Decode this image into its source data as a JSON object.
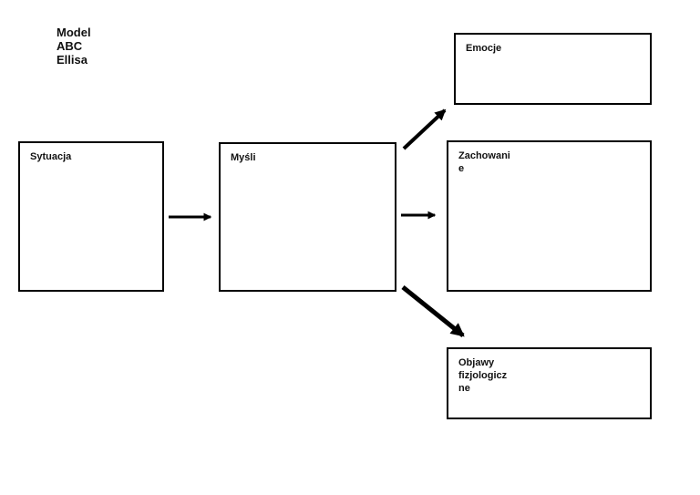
{
  "page": {
    "background": "#ffffff"
  },
  "title": {
    "text": "Model\nABC\nEllisa"
  },
  "diagram": {
    "nodes": [
      {
        "id": "sytuacja",
        "label": "Sytuacja"
      },
      {
        "id": "mysli",
        "label": "Myśli"
      },
      {
        "id": "emocje",
        "label": "Emocje"
      },
      {
        "id": "zachowanie",
        "label": "Zachowani\ne"
      },
      {
        "id": "objawy-fizjologiczne",
        "label": "Objawy\nfizjologicz\nne"
      }
    ],
    "edges": [
      {
        "from": "sytuacja",
        "to": "mysli"
      },
      {
        "from": "mysli",
        "to": "emocje"
      },
      {
        "from": "mysli",
        "to": "zachowanie"
      },
      {
        "from": "mysli",
        "to": "objawy-fizjologiczne"
      }
    ],
    "colors": {
      "shape_border": "#000000",
      "shape_fill": "#ffffff",
      "arrow": "#000000",
      "text": "#111111"
    }
  }
}
